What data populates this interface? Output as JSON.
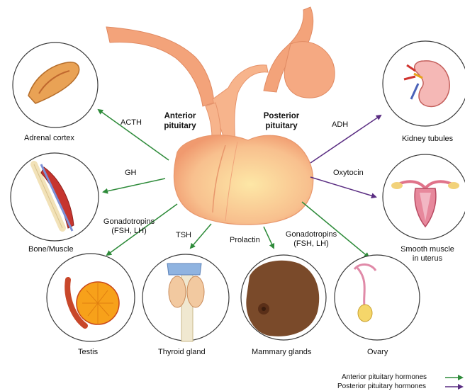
{
  "gland": {
    "anterior_line1": "Anterior",
    "anterior_line2": "pituitary",
    "posterior_line1": "Posterior",
    "posterior_line2": "pituitary"
  },
  "hormones": {
    "acth": "ACTH",
    "gh": "GH",
    "gonadotropins_left_line1": "Gonadotropins",
    "gonadotropins_left_line2": "(FSH, LH)",
    "tsh": "TSH",
    "prolactin": "Prolactin",
    "gonadotropins_right_line1": "Gonadotropins",
    "gonadotropins_right_line2": "(FSH, LH)",
    "adh": "ADH",
    "oxytocin": "Oxytocin"
  },
  "targets": {
    "adrenal": "Adrenal cortex",
    "bone": "Bone/Muscle",
    "testis": "Testis",
    "thyroid": "Thyroid gland",
    "mammary": "Mammary glands",
    "ovary": "Ovary",
    "kidney": "Kidney tubules",
    "uterus_line1": "Smooth muscle",
    "uterus_line2": "in uterus"
  },
  "legend": {
    "anterior": "Anterior pituitary hormones",
    "posterior": "Posterior pituitary hormones"
  },
  "colors": {
    "anterior_arrow": "#2e8b3a",
    "posterior_arrow": "#5a2d82",
    "gland_fill": "#f6b88e",
    "circle_stroke": "#3a3a3a"
  }
}
